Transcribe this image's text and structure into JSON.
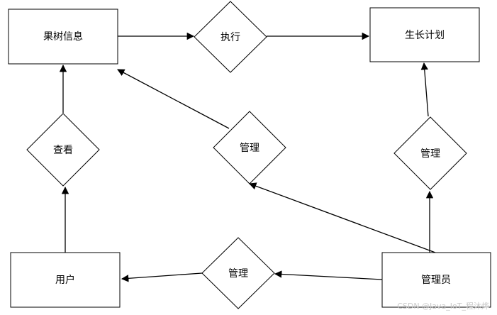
{
  "diagram": {
    "entities": {
      "fruit_tree_info": "果树信息",
      "growth_plan": "生长计划",
      "user": "用户",
      "admin": "管理员"
    },
    "relationships": {
      "execute": "执行",
      "view": "查看",
      "manage_fruit": "管理",
      "manage_plan": "管理",
      "manage_user": "管理"
    },
    "edges": [
      {
        "from": "fruit_tree_info",
        "to": "execute"
      },
      {
        "from": "execute",
        "to": "growth_plan"
      },
      {
        "from": "user",
        "to": "view"
      },
      {
        "from": "view",
        "to": "fruit_tree_info"
      },
      {
        "from": "manage_fruit",
        "to": "fruit_tree_info"
      },
      {
        "from": "admin",
        "to": "manage_fruit"
      },
      {
        "from": "admin",
        "to": "manage_plan"
      },
      {
        "from": "manage_plan",
        "to": "growth_plan"
      },
      {
        "from": "admin",
        "to": "manage_user"
      },
      {
        "from": "manage_user",
        "to": "user"
      }
    ]
  },
  "watermark": "CSDN @Java_IoT_程沐烨"
}
